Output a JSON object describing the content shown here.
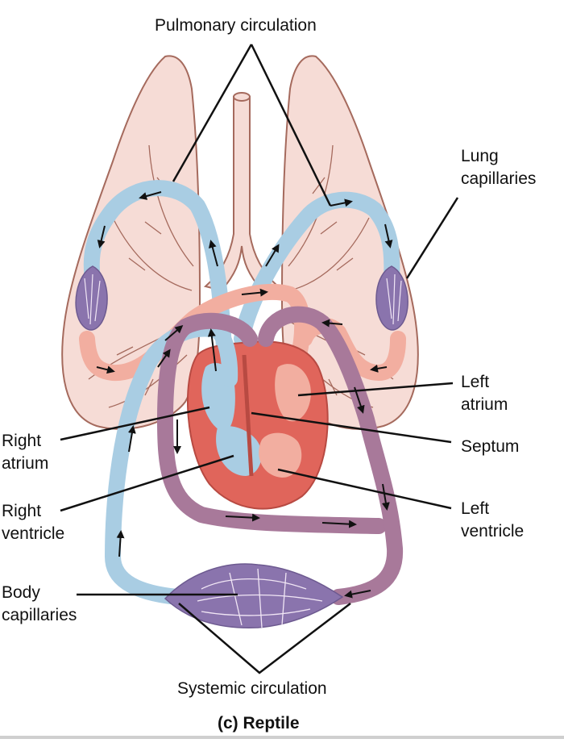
{
  "labels": {
    "pulmonary_circulation": "Pulmonary circulation",
    "lung_capillaries": [
      "Lung",
      "capillaries"
    ],
    "left_atrium": [
      "Left",
      "atrium"
    ],
    "septum": "Septum",
    "left_ventricle": [
      "Left",
      "ventricle"
    ],
    "right_atrium": [
      "Right",
      "atrium"
    ],
    "right_ventricle": [
      "Right",
      "ventricle"
    ],
    "body_capillaries": [
      "Body",
      "capillaries"
    ],
    "systemic_circulation": "Systemic circulation"
  },
  "caption": "(c) Reptile",
  "colors": {
    "lung_fill": "#f6dcd6",
    "lung_outline": "#a56a5d",
    "deoxygenated_vessel": "#a9cde3",
    "oxygenated_vessel": "#f2aea0",
    "mixed_vessel": "#a8799a",
    "capillary_bed": "#8a74ad",
    "heart_wall": "#e0655b",
    "leader_line": "#111111"
  }
}
